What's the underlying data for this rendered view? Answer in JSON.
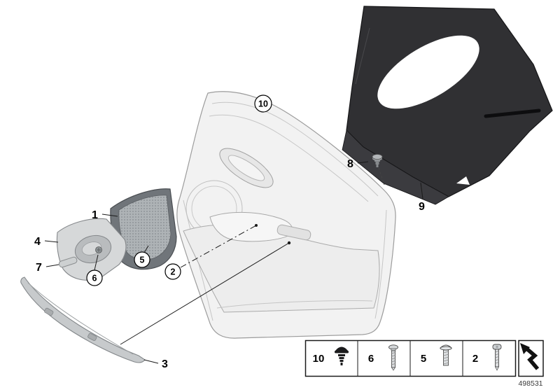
{
  "callouts": {
    "c1": "1",
    "c2": "2",
    "c3": "3",
    "c4": "4",
    "c5": "5",
    "c6": "6",
    "c7": "7",
    "c8": "8",
    "c9": "9",
    "c10": "10"
  },
  "legend": {
    "cells": [
      {
        "label": "10",
        "icon": "expanding-rivet-icon"
      },
      {
        "label": "6",
        "icon": "pan-head-screw-icon"
      },
      {
        "label": "5",
        "icon": "flat-head-screw-icon"
      },
      {
        "label": "2",
        "icon": "torx-screw-icon"
      }
    ],
    "direction_symbol": "fold-arrow-icon"
  },
  "footer": {
    "part_number": "498531"
  },
  "colors": {
    "insulation_dark": "#303033",
    "insulation_overlay": "#3b3b3f",
    "panel_light": "#f2f2f2",
    "trim_gray": "#c7cacc",
    "line_black": "#1a1a1a"
  }
}
